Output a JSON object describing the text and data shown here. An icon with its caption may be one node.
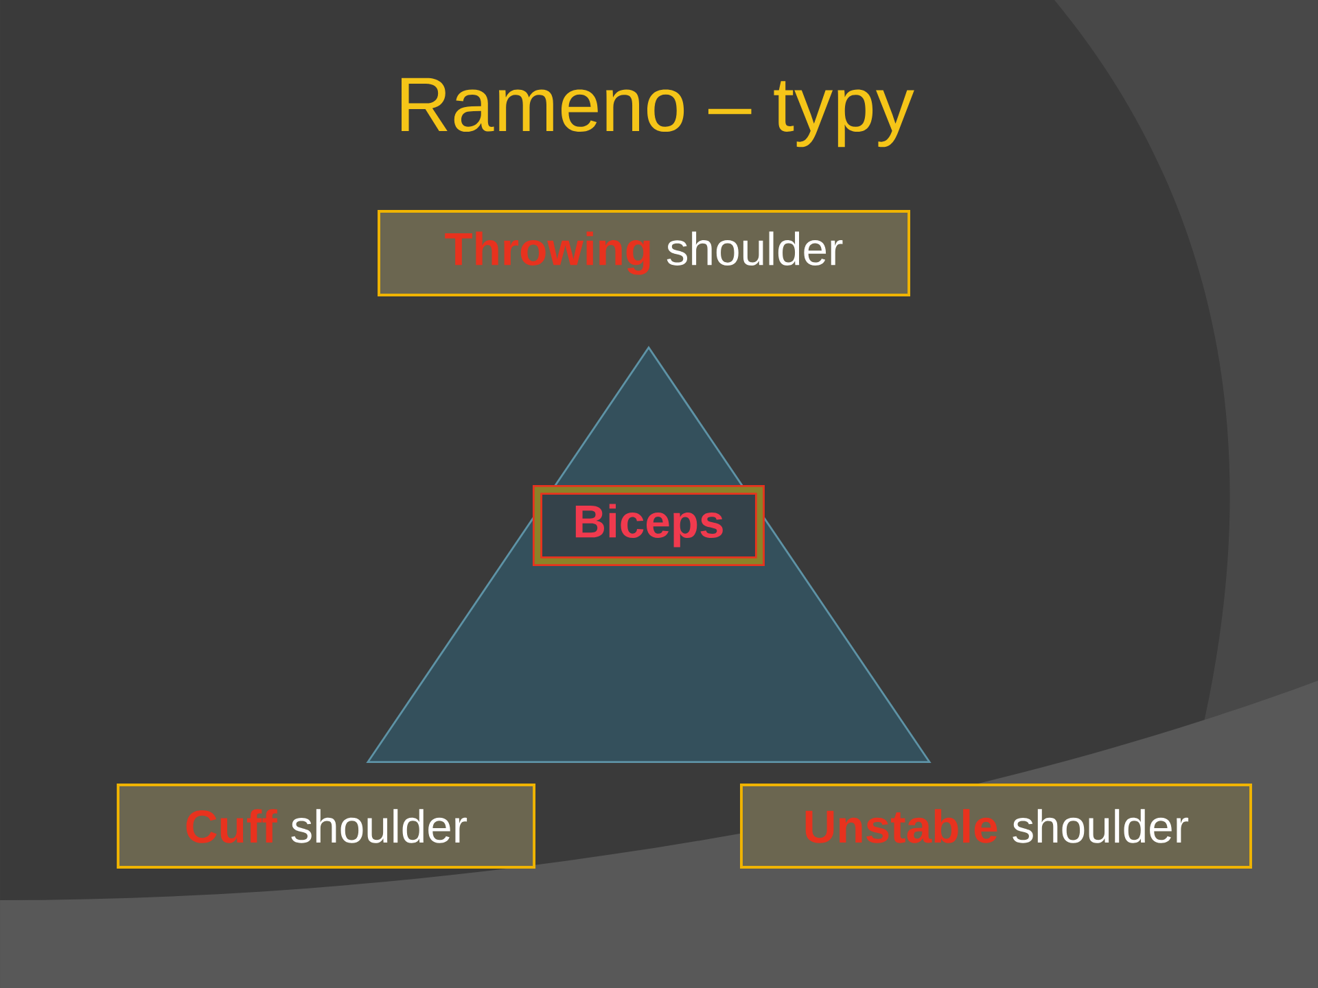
{
  "diagram": {
    "title": "Rameno – typy",
    "nodes": [
      {
        "text": [
          "**Throwing** shoulder"
        ]
      },
      {
        "text": [],
        "shape": "triangle"
      },
      {
        "text": [
          "Biceps"
        ],
        "in": 1
      },
      {
        "text": [
          "**Cuff** shoulder"
        ]
      },
      {
        "text": [
          "**Unstable** shoulder"
        ]
      }
    ]
  }
}
